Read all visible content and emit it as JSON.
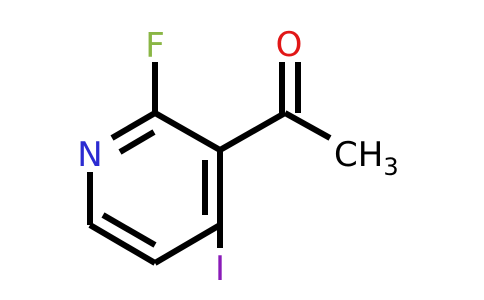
{
  "molecule": {
    "atoms": {
      "fluorine": {
        "symbol": "F",
        "color": "#8ab645"
      },
      "nitrogen": {
        "symbol": "N",
        "color": "#2b2bd1"
      },
      "oxygen": {
        "symbol": "O",
        "color": "#e11717"
      },
      "iodine": {
        "symbol": "I",
        "color": "#8a1bb8"
      },
      "methyl": {
        "symbol": "CH",
        "subscript": "3",
        "color": "#000000"
      }
    },
    "bond_color": "#000000"
  }
}
